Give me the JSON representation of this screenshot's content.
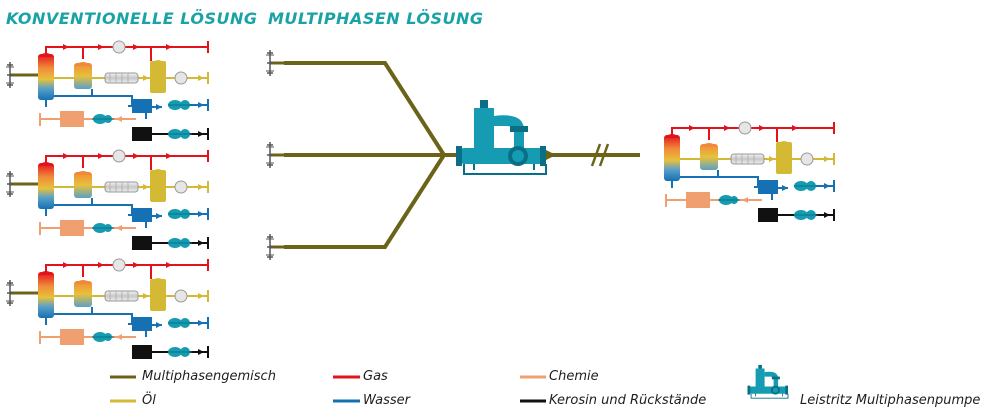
{
  "titles": {
    "conventional": "KONVENTIONELLE LÖSUNG",
    "multiphase": "MULTIPHASEN LÖSUNG"
  },
  "colors": {
    "title": "#1aa3a6",
    "multiphase": "#6b6418",
    "oil": "#d4b935",
    "gas": "#e2131c",
    "water": "#1670b4",
    "chemical": "#f0a070",
    "kerosene": "#111111",
    "pump": "#159cb2",
    "pump_dark": "#0a6f86"
  },
  "legend": {
    "multiphase": "Multiphasengemisch",
    "oil": "Öl",
    "gas": "Gas",
    "water": "Wasser",
    "chemical": "Chemie",
    "kerosene": "Kerosin und Rückstände",
    "pump": "Leistritz Multiphasenpumpe"
  }
}
